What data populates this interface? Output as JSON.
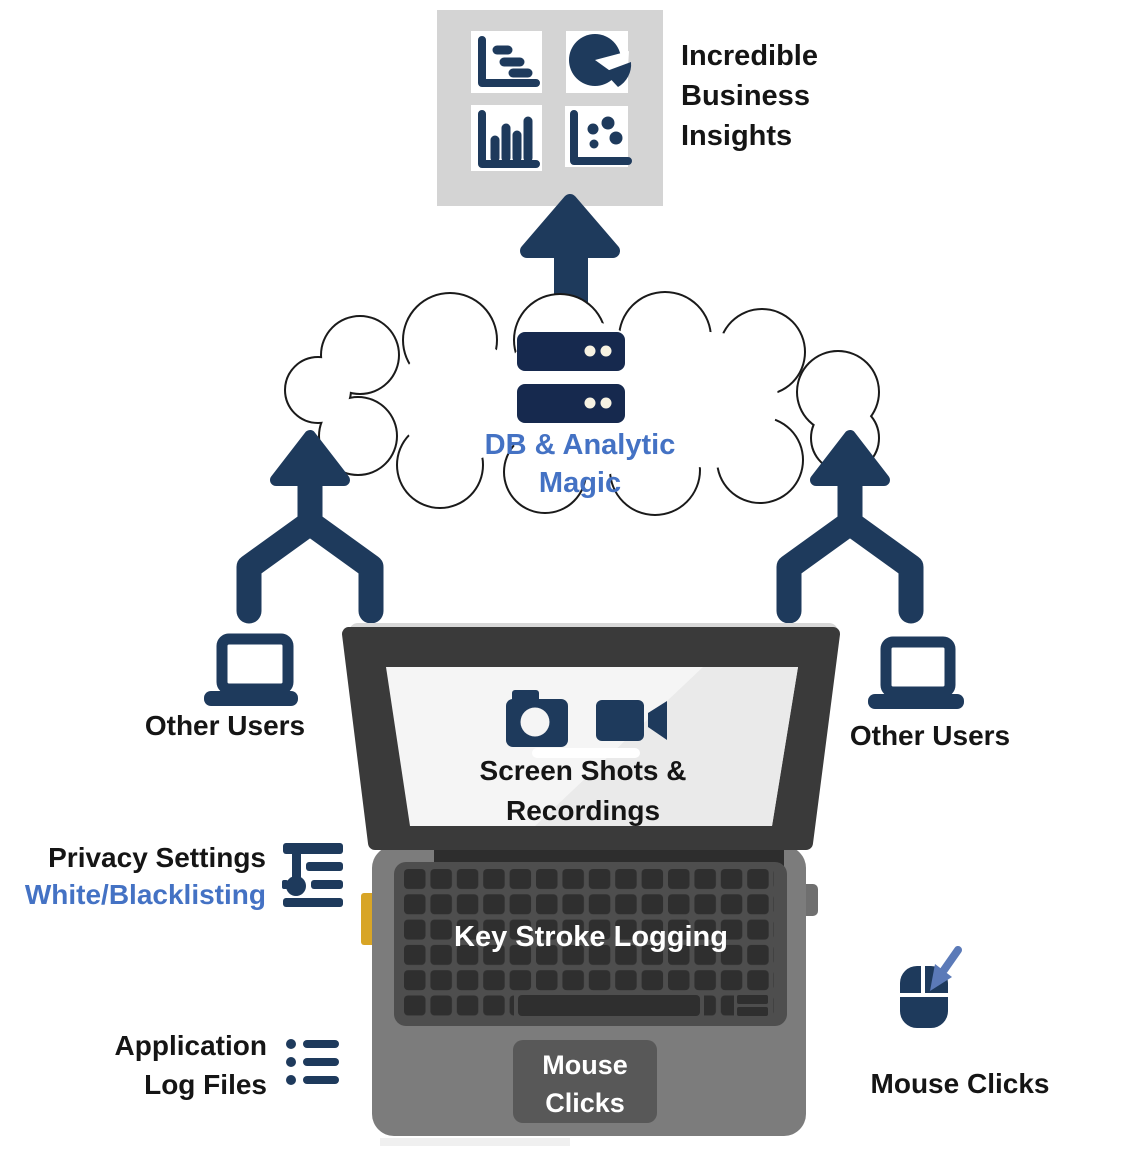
{
  "diagram": {
    "insights": {
      "label": "Incredible Business Insights"
    },
    "cloud": {
      "label": "DB & Analytic Magic",
      "label_color": "#4472c4"
    },
    "branches": {
      "left": {
        "label": "Other Users"
      },
      "right": {
        "label": "Other Users"
      }
    },
    "laptop": {
      "screen_label": "Screen Shots & Recordings",
      "keyboard_label": "Key Stroke Logging",
      "trackpad_label": "Mouse Clicks"
    },
    "privacy": {
      "title": "Privacy Settings",
      "subtitle": "White/Blacklisting"
    },
    "app_logs": {
      "label": "Application Log Files"
    },
    "mouse": {
      "label": "Mouse Clicks"
    },
    "icons": [
      "hbar-chart-icon",
      "pie-chart-icon",
      "vbar-chart-icon",
      "scatter-chart-icon",
      "up-arrow-icon",
      "cloud-icon",
      "server-icon",
      "server-icon",
      "merge-arrow-left-icon",
      "merge-arrow-right-icon",
      "laptop-small-icon",
      "laptop-small-icon",
      "camera-icon",
      "video-camera-icon",
      "sliders-privacy-icon",
      "bullet-list-icon",
      "mouse-click-cursor-icon"
    ],
    "colors": {
      "navy": "#1e3a5c",
      "server_navy": "#16294e",
      "accent_blue": "#4472c4",
      "cursor_blue": "#5b7ab8",
      "insights_box_gray": "#d4d4d4",
      "laptop_base_gray": "#7c7c7c",
      "keyboard_gray": "#4e4e4e",
      "key_dark": "#2f2f2f",
      "bezel_dark": "#3a3a3a",
      "screen_light": "#f5f5f5",
      "yellow_accent": "#d8a526"
    }
  }
}
